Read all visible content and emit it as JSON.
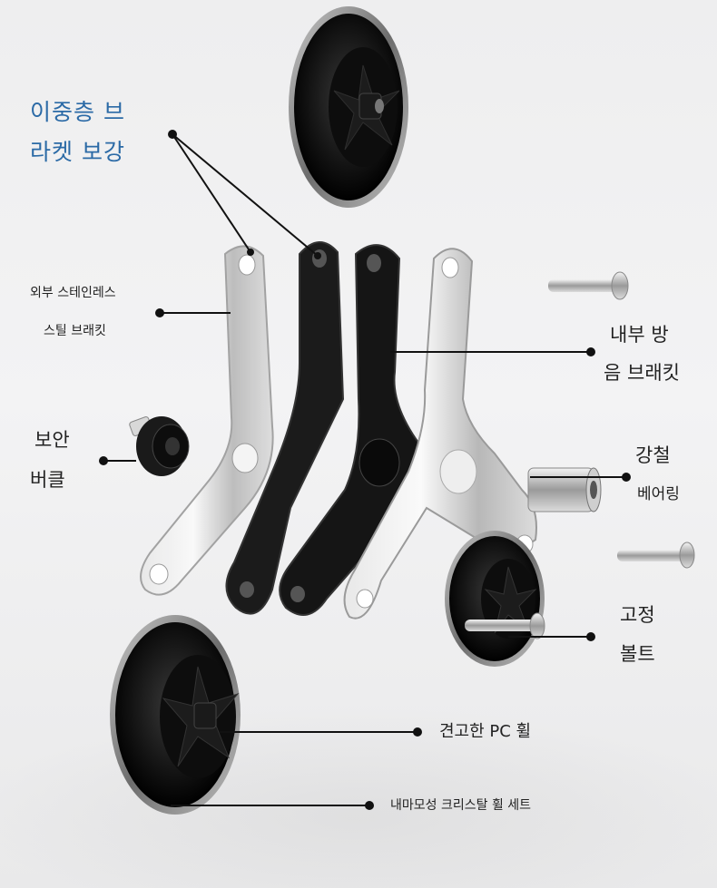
{
  "callouts": {
    "double_bracket": [
      "이중층 브",
      "라켓 보강"
    ],
    "outer_bracket": [
      "외부 스테인레스",
      "스틸 브래킷"
    ],
    "inner_bracket": [
      "내부 방",
      "음 브래킷"
    ],
    "security_buckle": [
      "보안",
      "버클"
    ],
    "steel_bearing": [
      "강철",
      "베어링"
    ],
    "fixed_bolt": [
      "고정",
      "볼트"
    ],
    "pc_wheel": "견고한 PC 휠",
    "crystal_wheel_set": "내마모성 크리스탈 휠 세트"
  },
  "colors": {
    "accent_blue": "#2b6aa6",
    "callout_line": "#111111"
  }
}
